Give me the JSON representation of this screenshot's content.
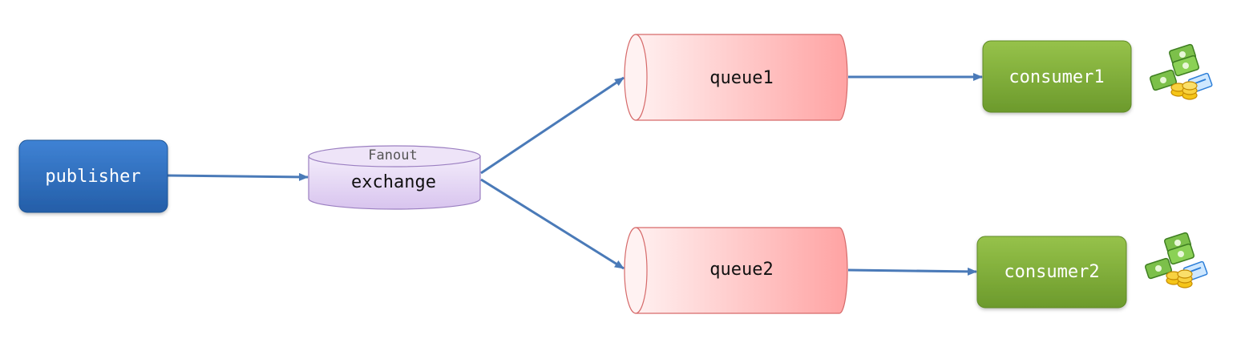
{
  "publisher": {
    "label": "publisher"
  },
  "exchange": {
    "type_label": "Fanout",
    "label": "exchange"
  },
  "queues": [
    {
      "label": "queue1"
    },
    {
      "label": "queue2"
    }
  ],
  "consumers": [
    {
      "label": "consumer1",
      "icon": "money-icon"
    },
    {
      "label": "consumer2",
      "icon": "money-icon"
    }
  ],
  "colors": {
    "publisher": "#2f6fbf",
    "exchange": "#e1d3f2",
    "queue": "#ffb3b3",
    "consumer": "#7fa836",
    "arrow": "#4a7ab8"
  }
}
